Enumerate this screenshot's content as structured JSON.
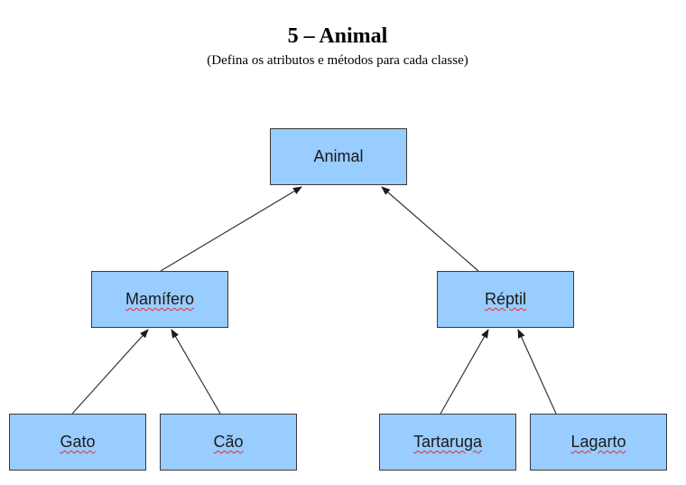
{
  "title": "5 – Animal",
  "subtitle": "(Defina os atributos e métodos para cada classe)",
  "nodes": {
    "animal": "Animal",
    "mamifero": "Mamífero",
    "reptil": "Réptil",
    "gato": "Gato",
    "cao": "Cão",
    "tartaruga": "Tartaruga",
    "lagarto": "Lagarto"
  },
  "edges": [
    {
      "from": "mamifero",
      "to": "animal"
    },
    {
      "from": "reptil",
      "to": "animal"
    },
    {
      "from": "gato",
      "to": "mamifero"
    },
    {
      "from": "cao",
      "to": "mamifero"
    },
    {
      "from": "tartaruga",
      "to": "reptil"
    },
    {
      "from": "lagarto",
      "to": "reptil"
    }
  ],
  "colors": {
    "node_fill": "#99ccff",
    "node_border": "#3a3a3a",
    "edge": "#333333"
  }
}
